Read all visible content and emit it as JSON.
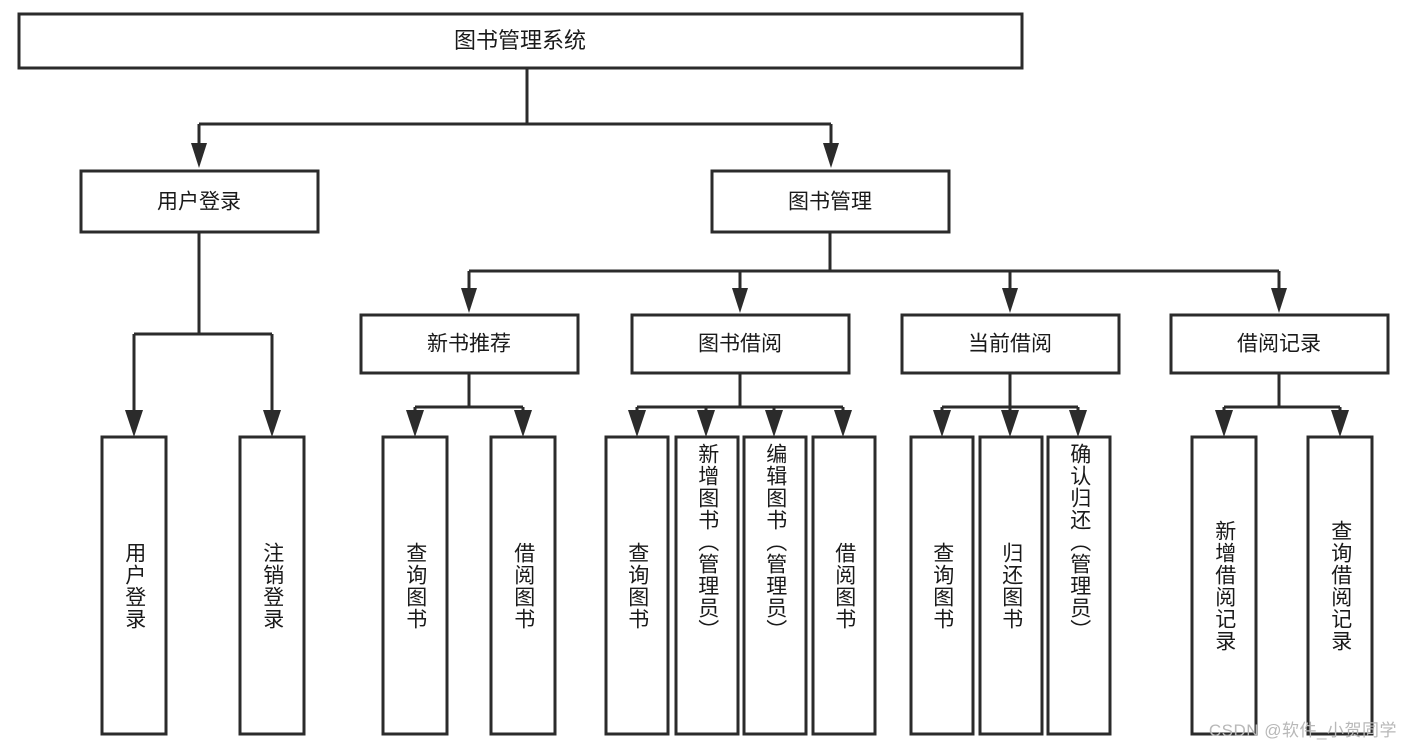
{
  "diagram": {
    "type": "tree-hierarchy",
    "title_node": {
      "label": "图书管理系统"
    },
    "level2": [
      {
        "id": "user-login",
        "label": "用户登录"
      },
      {
        "id": "book-management",
        "label": "图书管理"
      }
    ],
    "level3": [
      {
        "id": "new-book-recommend",
        "label": "新书推荐"
      },
      {
        "id": "book-borrow",
        "label": "图书借阅"
      },
      {
        "id": "current-borrow",
        "label": "当前借阅"
      },
      {
        "id": "borrow-record",
        "label": "借阅记录"
      }
    ],
    "leaves": {
      "user_login": [
        {
          "id": "leaf-user-login",
          "label": "用户登录"
        },
        {
          "id": "leaf-logout-login",
          "label": "注销登录"
        }
      ],
      "new_book_recommend": [
        {
          "id": "leaf-query-book-1",
          "label": "查询图书"
        },
        {
          "id": "leaf-borrow-book-1",
          "label": "借阅图书"
        }
      ],
      "book_borrow": [
        {
          "id": "leaf-query-book-2",
          "label": "查询图书"
        },
        {
          "id": "leaf-add-book",
          "label": "新增图书（管理员）"
        },
        {
          "id": "leaf-edit-book",
          "label": "编辑图书（管理员）"
        },
        {
          "id": "leaf-borrow-book-2",
          "label": "借阅图书"
        }
      ],
      "current_borrow": [
        {
          "id": "leaf-query-book-3",
          "label": "查询图书"
        },
        {
          "id": "leaf-return-book",
          "label": "归还图书"
        },
        {
          "id": "leaf-confirm-return",
          "label": "确认归还（管理员）"
        }
      ],
      "borrow_record": [
        {
          "id": "leaf-add-record",
          "label": "新增借阅记录"
        },
        {
          "id": "leaf-query-record",
          "label": "查询借阅记录"
        }
      ]
    }
  },
  "watermark": {
    "text": "CSDN @软件_小贺同学"
  },
  "colors": {
    "box_stroke": "#2b2b2b",
    "box_fill": "#ffffff",
    "text": "#1a1a1a",
    "watermark": "#b8b8b8",
    "background": "#ffffff"
  }
}
